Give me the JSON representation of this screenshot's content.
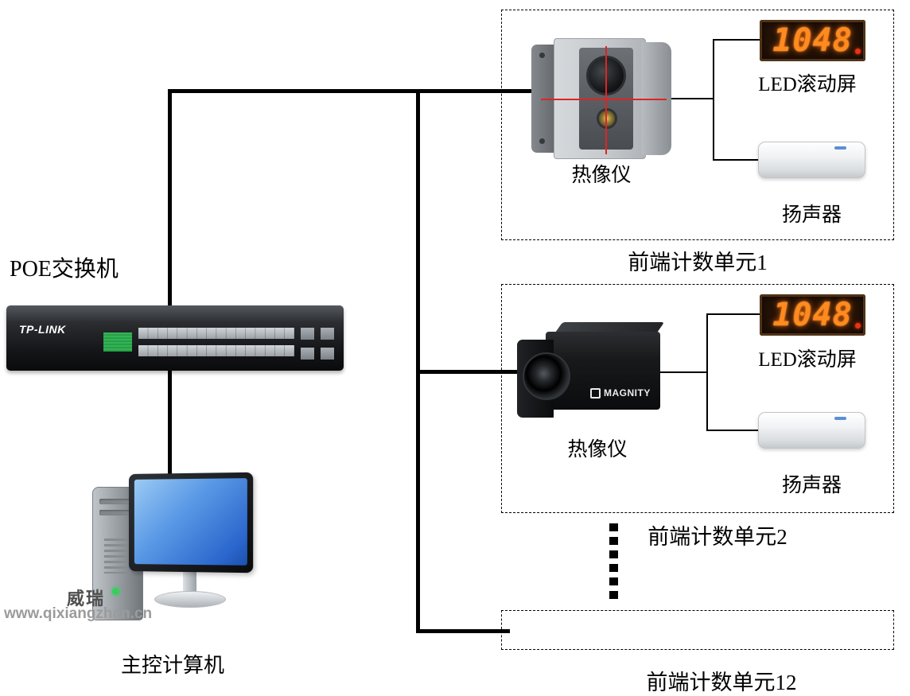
{
  "poe_switch": {
    "label": "POE交换机",
    "brand": "TP-LINK"
  },
  "computer": {
    "label": "主控计算机"
  },
  "units": [
    {
      "name": "前端计数单元1",
      "camera_label": "热像仪",
      "led_label": "LED滚动屏",
      "led_value": "1048",
      "speaker_label": "扬声器"
    },
    {
      "name": "前端计数单元2",
      "camera_label": "热像仪",
      "camera_brand": "MAGNITY",
      "led_label": "LED滚动屏",
      "led_value": "1048",
      "speaker_label": "扬声器"
    },
    {
      "name": "前端计数单元12"
    }
  ],
  "watermark": {
    "logo_text": "威瑞",
    "site_text": "www.qixiangzhan.cn"
  },
  "colors": {
    "wire": "#000000",
    "led_digits": "#ff8a1e",
    "led_background": "#241206",
    "monitor_screen": "#3f7fd9"
  }
}
